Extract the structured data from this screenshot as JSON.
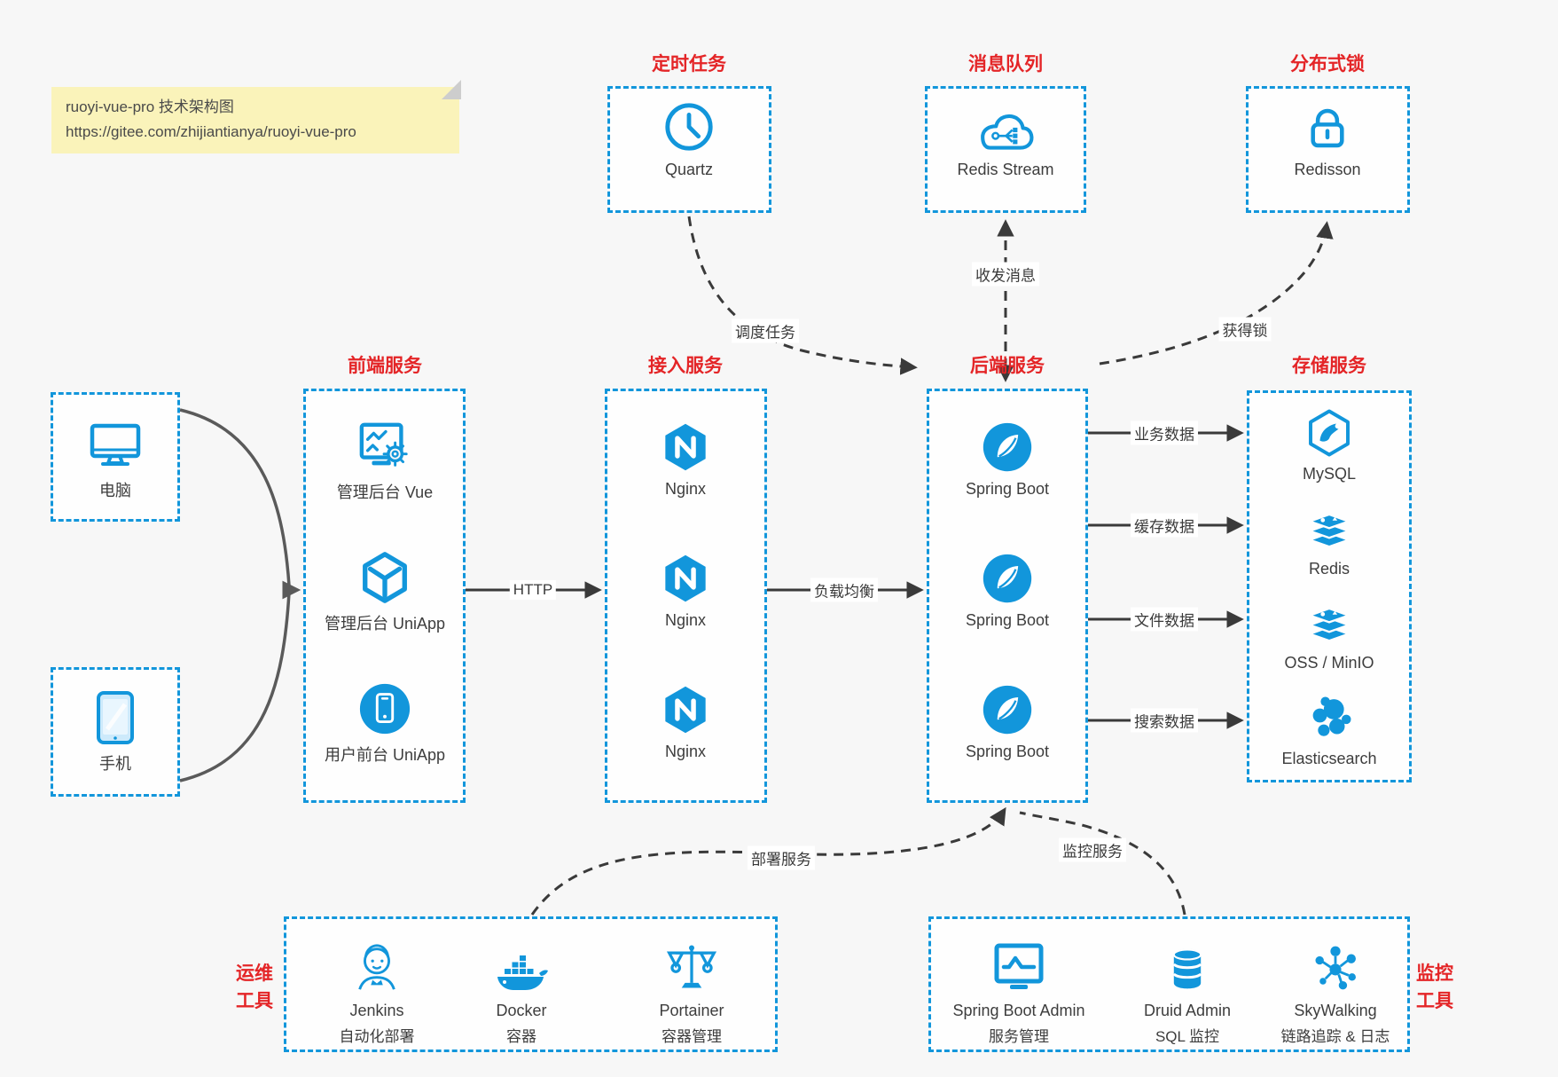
{
  "colors": {
    "accent_blue": "#1296db",
    "title_red": "#e42527",
    "text": "#3d3d3d",
    "background": "#f7f7f7",
    "arrow": "#3a3a3a",
    "note_background": "#faf3ba"
  },
  "note": {
    "title": "ruoyi-vue-pro 技术架构图",
    "url": "https://gitee.com/zhijiantianya/ruoyi-vue-pro"
  },
  "groups": {
    "scheduled": {
      "title": "定时任务",
      "items": [
        {
          "label": "Quartz",
          "icon": "clock-icon"
        }
      ]
    },
    "mq": {
      "title": "消息队列",
      "items": [
        {
          "label": "Redis Stream",
          "icon": "cloud-queue-icon"
        }
      ]
    },
    "lock": {
      "title": "分布式锁",
      "items": [
        {
          "label": "Redisson",
          "icon": "lock-icon"
        }
      ]
    },
    "clients": {
      "items": [
        {
          "label": "电脑",
          "icon": "desktop-icon"
        },
        {
          "label": "手机",
          "icon": "phone-icon"
        }
      ]
    },
    "frontend": {
      "title": "前端服务",
      "items": [
        {
          "label": "管理后台 Vue",
          "icon": "admin-dashboard-icon"
        },
        {
          "label": "管理后台 UniApp",
          "icon": "uniapp-cube-icon"
        },
        {
          "label": "用户前台 UniApp",
          "icon": "mobile-app-circle-icon"
        }
      ]
    },
    "gateway": {
      "title": "接入服务",
      "items": [
        {
          "label": "Nginx",
          "icon": "nginx-icon"
        },
        {
          "label": "Nginx",
          "icon": "nginx-icon"
        },
        {
          "label": "Nginx",
          "icon": "nginx-icon"
        }
      ]
    },
    "backend": {
      "title": "后端服务",
      "items": [
        {
          "label": "Spring Boot",
          "icon": "spring-boot-icon"
        },
        {
          "label": "Spring Boot",
          "icon": "spring-boot-icon"
        },
        {
          "label": "Spring Boot",
          "icon": "spring-boot-icon"
        }
      ]
    },
    "storage": {
      "title": "存储服务",
      "items": [
        {
          "label": "MySQL",
          "icon": "mysql-icon"
        },
        {
          "label": "Redis",
          "icon": "redis-icon"
        },
        {
          "label": "OSS / MinIO",
          "icon": "object-storage-icon"
        },
        {
          "label": "Elasticsearch",
          "icon": "elasticsearch-icon"
        }
      ]
    },
    "ops": {
      "title": [
        "运维",
        "工具"
      ],
      "items": [
        {
          "label": "Jenkins",
          "sub": "自动化部署",
          "icon": "jenkins-icon"
        },
        {
          "label": "Docker",
          "sub": "容器",
          "icon": "docker-icon"
        },
        {
          "label": "Portainer",
          "sub": "容器管理",
          "icon": "portainer-icon"
        }
      ]
    },
    "monitoring": {
      "title": [
        "监控",
        "工具"
      ],
      "items": [
        {
          "label": "Spring Boot Admin",
          "sub": "服务管理",
          "icon": "spring-boot-admin-icon"
        },
        {
          "label": "Druid Admin",
          "sub": "SQL 监控",
          "icon": "druid-icon"
        },
        {
          "label": "SkyWalking",
          "sub": "链路追踪 & 日志",
          "icon": "skywalking-icon"
        }
      ]
    }
  },
  "edges": {
    "http": "HTTP",
    "load_balance": "负载均衡",
    "schedule_task": "调度任务",
    "send_receive_message": "收发消息",
    "acquire_lock": "获得锁",
    "business_data": "业务数据",
    "cache_data": "缓存数据",
    "file_data": "文件数据",
    "search_data": "搜索数据",
    "deploy_service": "部署服务",
    "monitor_service": "监控服务"
  }
}
